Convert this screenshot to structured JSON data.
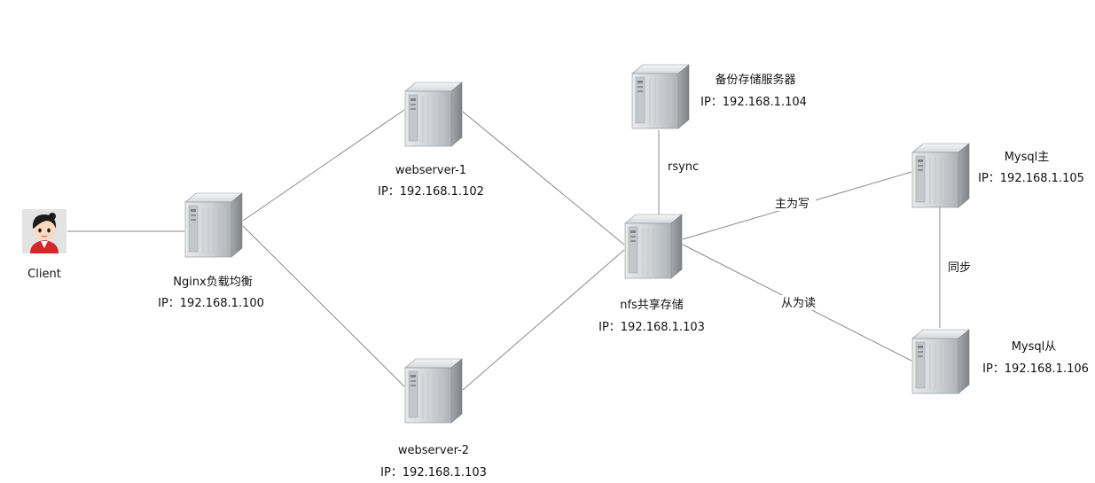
{
  "nodes": {
    "client": {
      "name": "Client",
      "icon": "user-avatar-icon"
    },
    "nginx": {
      "name": "Nginx负载均衡",
      "ip": "IP：192.168.1.100",
      "icon": "server-tower-icon"
    },
    "web1": {
      "name": "webserver-1",
      "ip": "IP：192.168.1.102",
      "icon": "server-tower-icon"
    },
    "web2": {
      "name": "webserver-2",
      "ip": "IP：192.168.1.103",
      "icon": "server-tower-icon"
    },
    "nfs": {
      "name": "nfs共享存储",
      "ip": "IP：192.168.1.103",
      "icon": "server-tower-icon"
    },
    "backup": {
      "name": "备份存储服务器",
      "ip": "IP：192.168.1.104",
      "icon": "server-tower-icon"
    },
    "mysql_master": {
      "name": "Mysql主",
      "ip": "IP：192.168.1.105",
      "icon": "server-tower-icon"
    },
    "mysql_slave": {
      "name": "Mysql从",
      "ip": "IP：192.168.1.106",
      "icon": "server-tower-icon"
    }
  },
  "edges": {
    "rsync": "rsync",
    "write": "主为写",
    "read": "从为读",
    "sync": "同步"
  },
  "colors": {
    "edge": "#8a8a8a",
    "server_body": "#b9bcc0",
    "server_front": "#d8dadd"
  }
}
